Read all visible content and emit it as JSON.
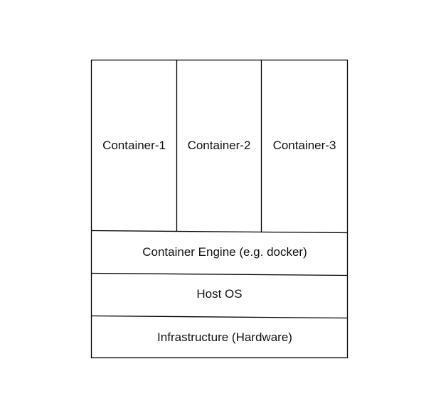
{
  "diagram": {
    "containers": [
      {
        "label": "Container-1"
      },
      {
        "label": "Container-2"
      },
      {
        "label": "Container-3"
      }
    ],
    "layers": [
      {
        "label": "Container Engine (e.g. docker)"
      },
      {
        "label": "Host OS"
      },
      {
        "label": "Infrastructure (Hardware)"
      }
    ]
  }
}
